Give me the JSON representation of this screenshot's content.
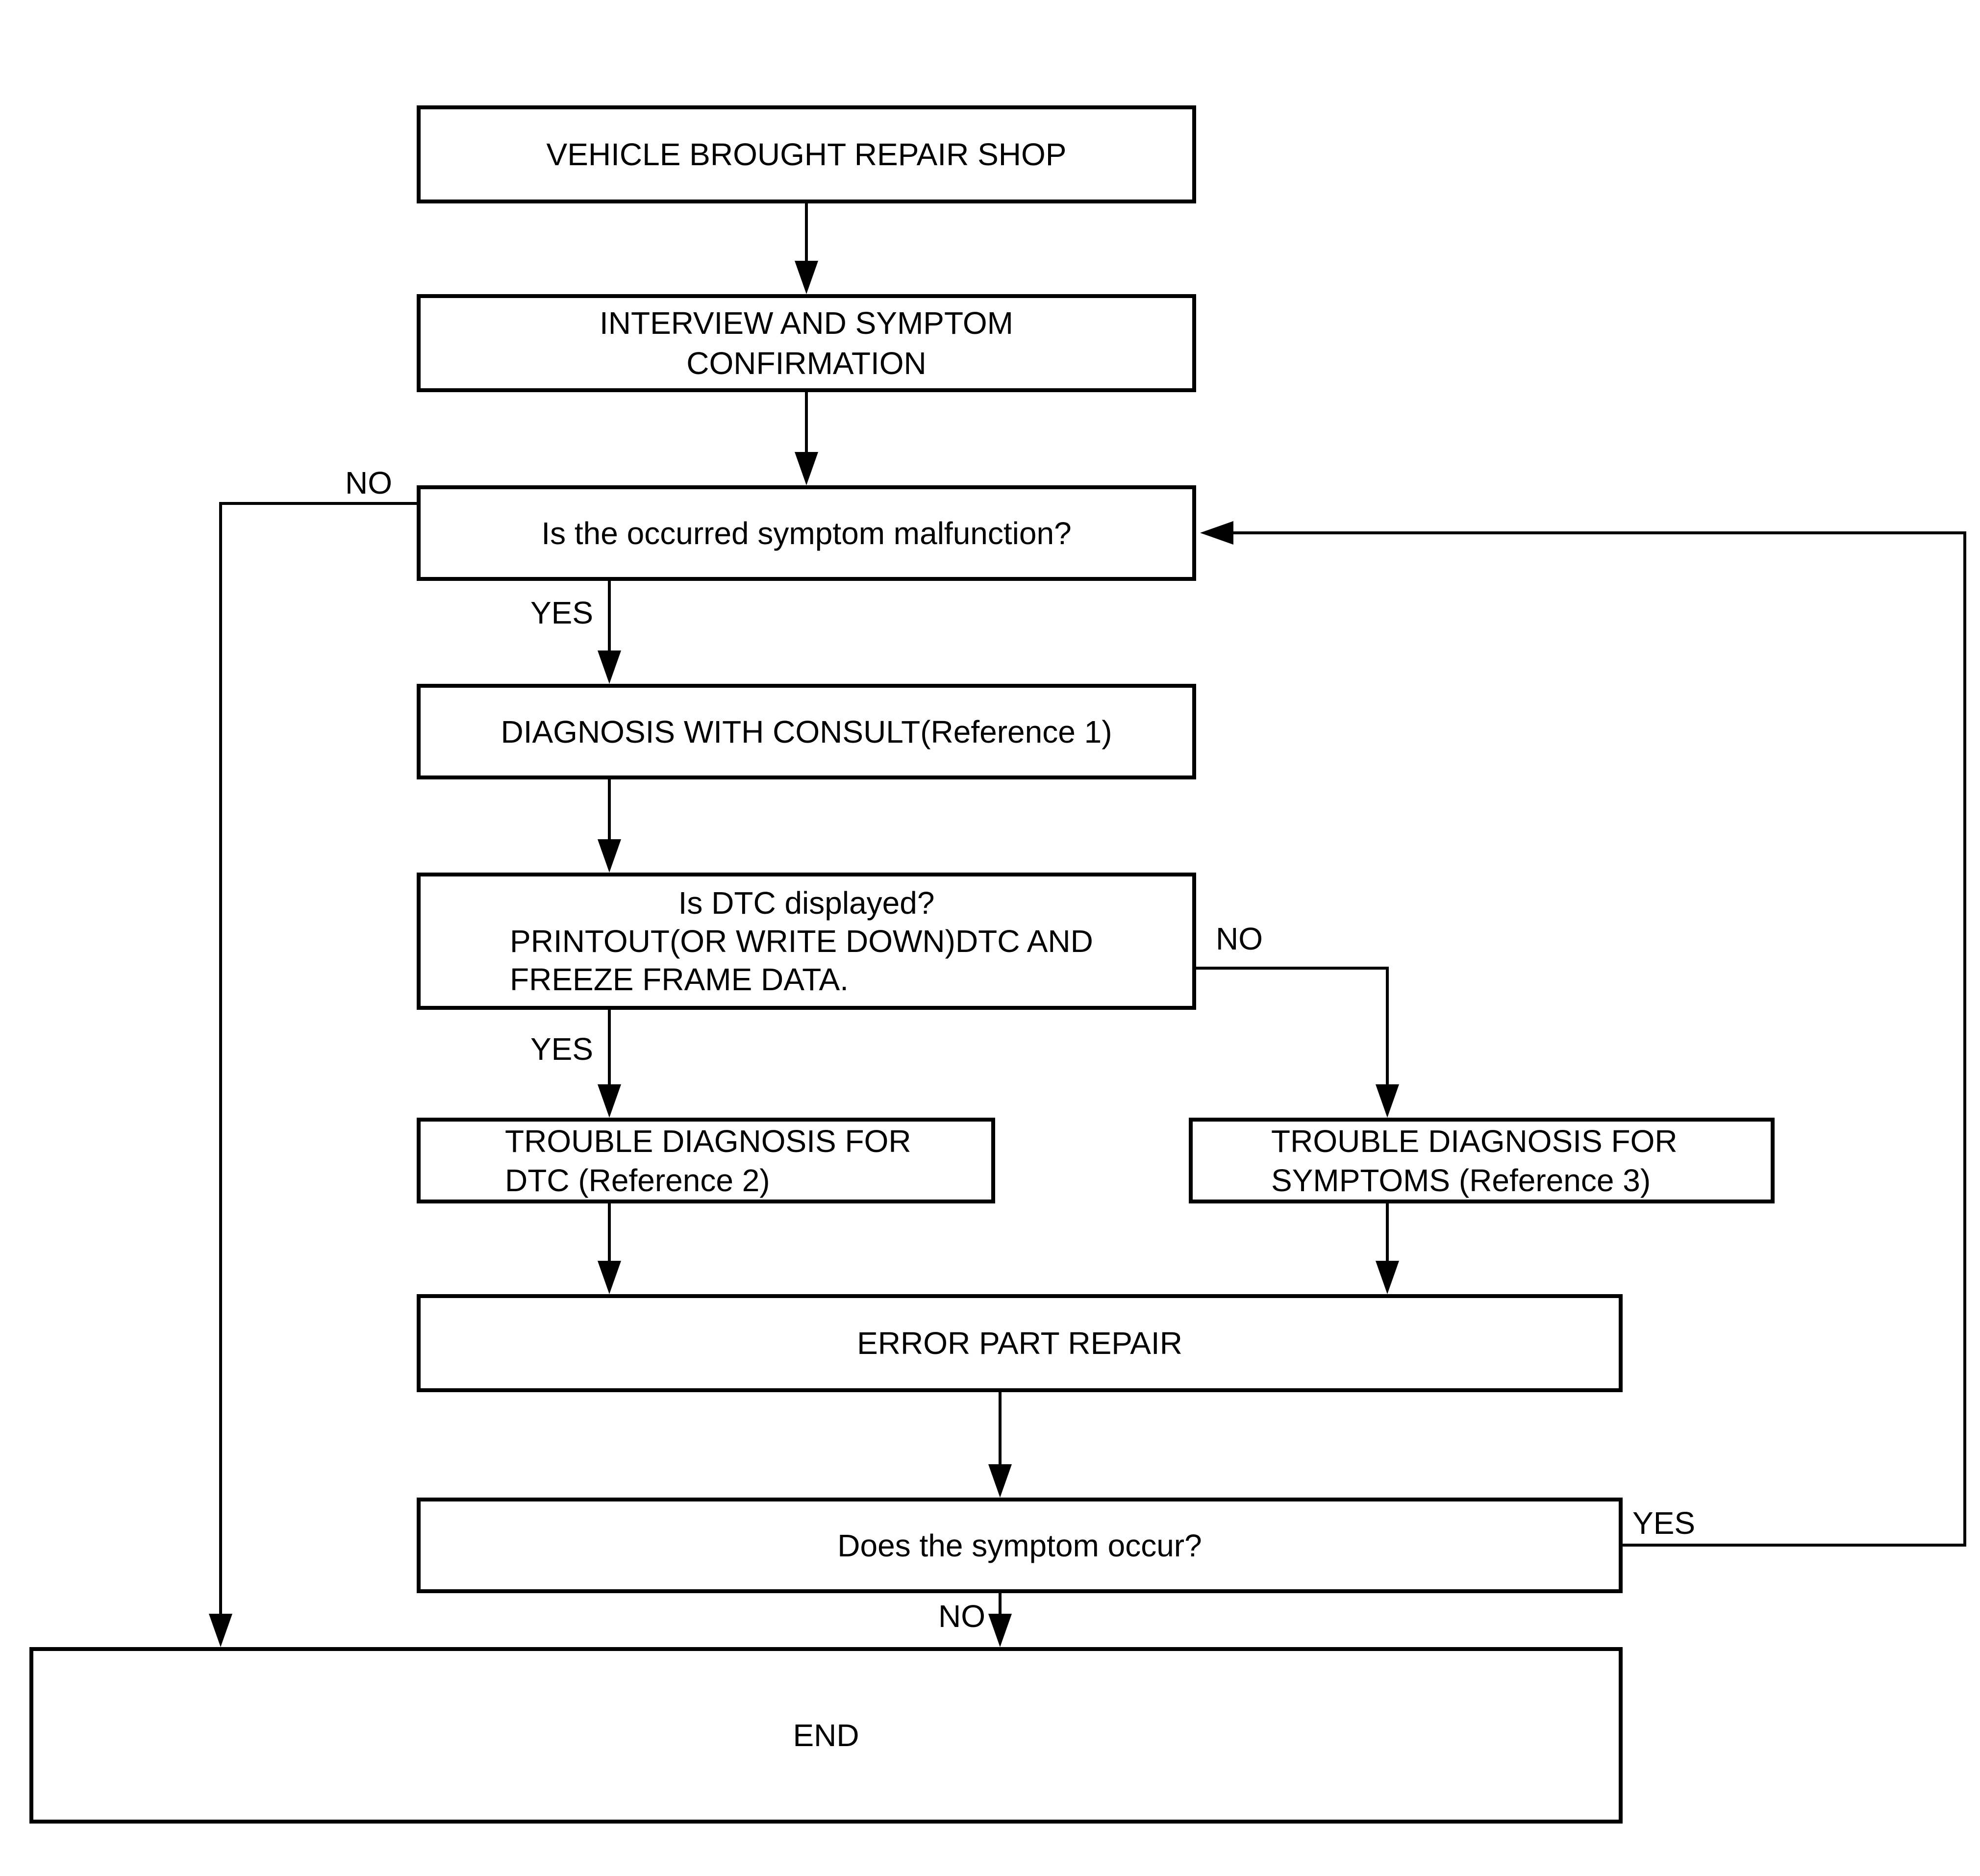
{
  "flowchart": {
    "background_color": "#ffffff",
    "line_color": "#000000",
    "nodes": {
      "vehicle": {
        "label": "VEHICLE BROUGHT REPAIR SHOP"
      },
      "interview": {
        "line1": "INTERVIEW AND SYMPTOM",
        "line2": "CONFIRMATION"
      },
      "symptom_malfunction": {
        "label": "Is the occurred symptom malfunction?"
      },
      "consult": {
        "label": "DIAGNOSIS WITH CONSULT(Reference 1)"
      },
      "dtc_displayed": {
        "line1": "Is DTC displayed?",
        "line2": "PRINTOUT(OR WRITE DOWN)DTC AND",
        "line3": "FREEZE FRAME DATA."
      },
      "diagnosis_dtc": {
        "line1": "TROUBLE DIAGNOSIS FOR",
        "line2": "DTC (Reference 2)"
      },
      "diagnosis_symptoms": {
        "line1": "TROUBLE DIAGNOSIS FOR",
        "line2": "SYMPTOMS (Reference 3)"
      },
      "error_part_repair": {
        "label": "ERROR PART REPAIR"
      },
      "symptom_occur": {
        "label": "Does the symptom occur?"
      },
      "end": {
        "label": "END"
      }
    },
    "labels": {
      "malfunction_no": "NO",
      "malfunction_yes": "YES",
      "dtc_yes": "YES",
      "dtc_no": "NO",
      "occur_yes": "YES",
      "occur_no": "NO"
    }
  }
}
